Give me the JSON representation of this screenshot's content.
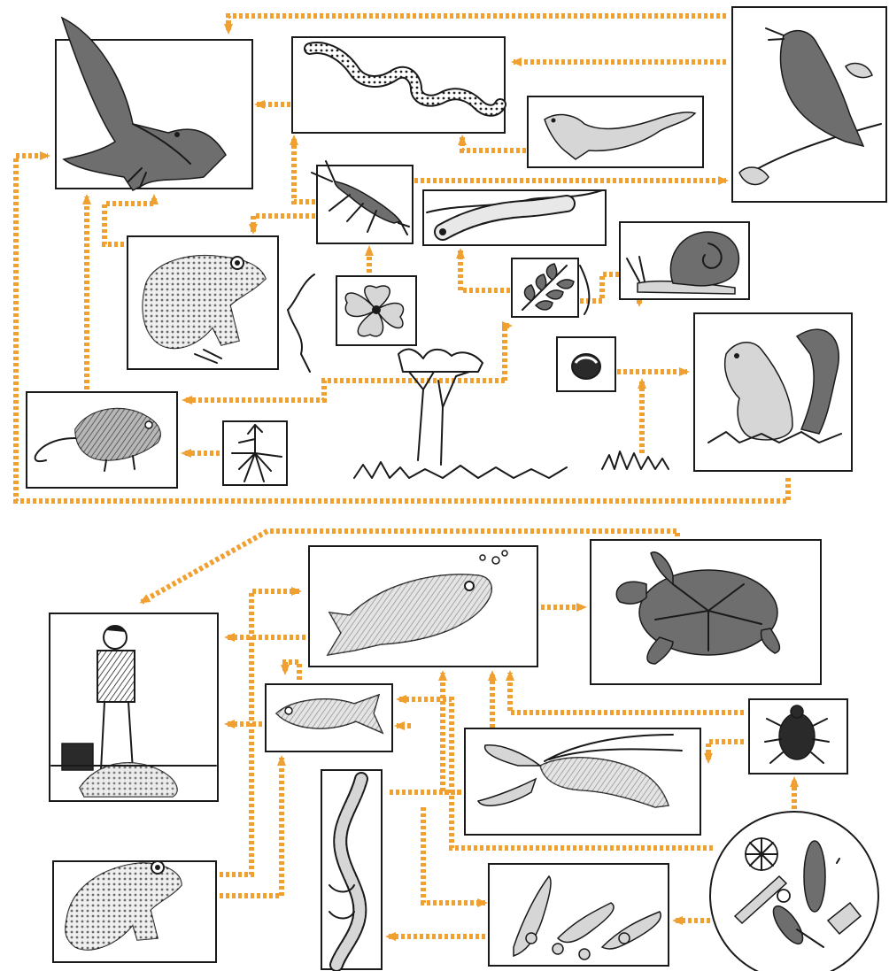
{
  "diagram": {
    "type": "food-web",
    "arrow_color": "#f0a030",
    "ink_color": "#1a1a1a",
    "organisms": [
      {
        "id": "hawk",
        "icon": "hawk-icon"
      },
      {
        "id": "snake",
        "icon": "snake-icon"
      },
      {
        "id": "weasel",
        "icon": "weasel-icon"
      },
      {
        "id": "songbird",
        "icon": "songbird-icon"
      },
      {
        "id": "earwig",
        "icon": "earwig-icon"
      },
      {
        "id": "caterpillar",
        "icon": "caterpillar-icon"
      },
      {
        "id": "frog-land",
        "icon": "frog-icon"
      },
      {
        "id": "flower",
        "icon": "flower-icon"
      },
      {
        "id": "leaves",
        "icon": "leaves-icon"
      },
      {
        "id": "snail",
        "icon": "snail-icon"
      },
      {
        "id": "acorn",
        "icon": "acorn-icon"
      },
      {
        "id": "squirrel",
        "icon": "squirrel-icon"
      },
      {
        "id": "mouse",
        "icon": "mouse-icon"
      },
      {
        "id": "roots",
        "icon": "roots-icon"
      },
      {
        "id": "tree",
        "icon": "tree-icon"
      },
      {
        "id": "grass",
        "icon": "grass-icon"
      },
      {
        "id": "fisherman",
        "icon": "fisherman-icon"
      },
      {
        "id": "large-fish",
        "icon": "large-fish-icon"
      },
      {
        "id": "turtle",
        "icon": "turtle-icon"
      },
      {
        "id": "small-fish",
        "icon": "small-fish-icon"
      },
      {
        "id": "crayfish",
        "icon": "crayfish-icon"
      },
      {
        "id": "water-beetle",
        "icon": "water-beetle-icon"
      },
      {
        "id": "frog-pond",
        "icon": "frog-icon"
      },
      {
        "id": "insect-larva",
        "icon": "larva-icon"
      },
      {
        "id": "zooplankton",
        "icon": "zooplankton-icon"
      },
      {
        "id": "phytoplankton",
        "icon": "phytoplankton-icon"
      }
    ],
    "links": [
      {
        "from": "snake",
        "to": "hawk"
      },
      {
        "from": "songbird",
        "to": "snake"
      },
      {
        "from": "songbird",
        "to": "hawk"
      },
      {
        "from": "weasel",
        "to": "snake"
      },
      {
        "from": "earwig",
        "to": "songbird"
      },
      {
        "from": "earwig",
        "to": "frog-land"
      },
      {
        "from": "earwig",
        "to": "snake"
      },
      {
        "from": "flower",
        "to": "earwig"
      },
      {
        "from": "leaves",
        "to": "caterpillar"
      },
      {
        "from": "leaves",
        "to": "snail"
      },
      {
        "from": "acorn",
        "to": "squirrel"
      },
      {
        "from": "grass",
        "to": "squirrel"
      },
      {
        "from": "tree",
        "to": "mouse"
      },
      {
        "from": "roots",
        "to": "mouse"
      },
      {
        "from": "mouse",
        "to": "hawk"
      },
      {
        "from": "frog-land",
        "to": "hawk"
      },
      {
        "from": "squirrel",
        "to": "hawk"
      },
      {
        "from": "turtle",
        "to": "fisherman"
      },
      {
        "from": "large-fish",
        "to": "turtle"
      },
      {
        "from": "large-fish",
        "to": "fisherman"
      },
      {
        "from": "small-fish",
        "to": "large-fish"
      },
      {
        "from": "small-fish",
        "to": "fisherman"
      },
      {
        "from": "crayfish",
        "to": "large-fish"
      },
      {
        "from": "water-beetle",
        "to": "large-fish"
      },
      {
        "from": "water-beetle",
        "to": "crayfish"
      },
      {
        "from": "phytoplankton",
        "to": "water-beetle"
      },
      {
        "from": "phytoplankton",
        "to": "zooplankton"
      },
      {
        "from": "zooplankton",
        "to": "insect-larva"
      },
      {
        "from": "insect-larva",
        "to": "small-fish"
      },
      {
        "from": "frog-pond",
        "to": "fisherman"
      },
      {
        "from": "frog-pond",
        "to": "large-fish"
      }
    ]
  }
}
